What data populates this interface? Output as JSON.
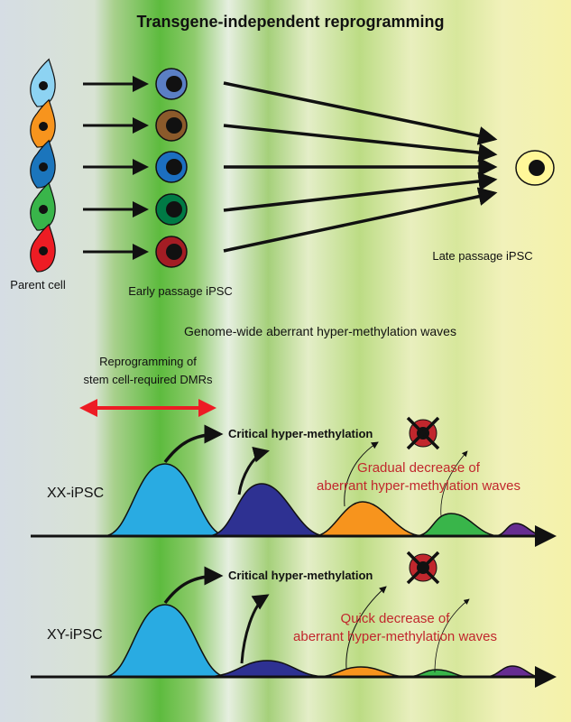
{
  "title": "Transgene-independent reprogramming",
  "labels": {
    "parent_cell": "Parent cell",
    "early_passage": "Early passage iPSC",
    "late_passage": "Late passage iPSC",
    "waves_heading": "Genome-wide aberrant hyper-methylation waves",
    "reprogramming_line1": "Reprogramming of",
    "reprogramming_line2": "stem cell-required DMRs"
  },
  "panels": {
    "xx": {
      "label": "XX-iPSC",
      "critical": "Critical hyper-methylation",
      "decrease_line1": "Gradual decrease of",
      "decrease_line2": "aberrant hyper-methylation waves"
    },
    "xy": {
      "label": "XY-iPSC",
      "critical": "Critical hyper-methylation",
      "decrease_line1": "Quick decrease of",
      "decrease_line2": "aberrant hyper-methylation waves"
    }
  },
  "colors": {
    "parent_cells": [
      "#8dd3f2",
      "#f7941d",
      "#1b75bc",
      "#39b54a",
      "#ed1c24"
    ],
    "ipsc_cells": [
      "#5b7fc4",
      "#8b5a2b",
      "#1c6fc0",
      "#007a45",
      "#a31d24"
    ],
    "late_cell": "#fff799",
    "wave_colors": [
      "#29abe2",
      "#2e3192",
      "#f7941d",
      "#39b54a",
      "#662d91"
    ],
    "red_text": "#c1272d",
    "red_arrow": "#ed1c24",
    "highlight_green": "#39b54a",
    "end_yellow": "#f4f1a4"
  },
  "icons": {
    "parent_cell": "spindle-cell-icon",
    "ipsc_cell": "round-cell-icon",
    "crossed_cell": "crossed-out-cell-icon"
  }
}
